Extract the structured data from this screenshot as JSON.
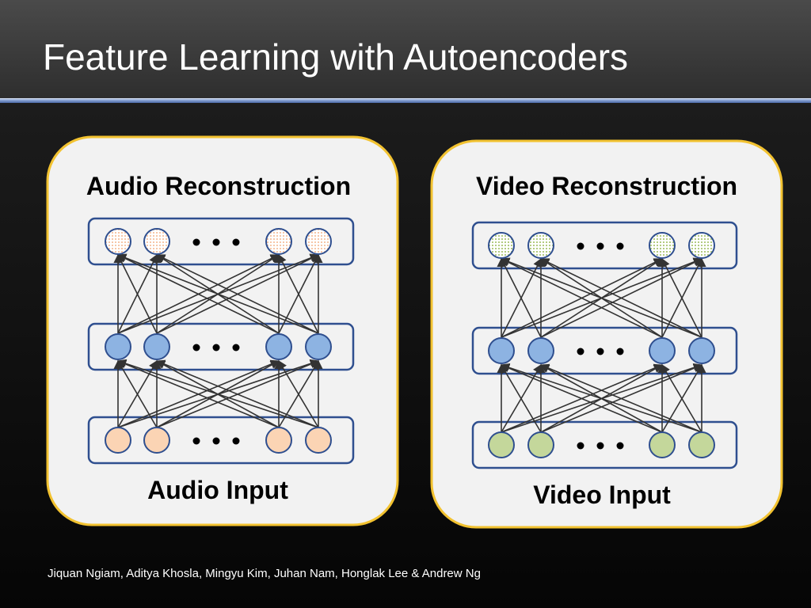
{
  "slide": {
    "title": "Feature Learning with Autoencoders",
    "credit": "Jiquan Ngiam, Aditya Khosla, Mingyu Kim, Juhan Nam, Honglak Lee & Andrew Ng"
  },
  "panels": [
    {
      "id": "audio",
      "top_label": "Audio Reconstruction",
      "bottom_label": "Audio Input",
      "ellipsis": "…",
      "colors": {
        "output": "#f6d5c1",
        "hidden": "#8db3e2",
        "input": "#fbd4b4"
      }
    },
    {
      "id": "video",
      "top_label": "Video Reconstruction",
      "bottom_label": "Video Input",
      "ellipsis": "…",
      "colors": {
        "output": "#dbe8c4",
        "hidden": "#8db3e2",
        "input": "#c4d79b"
      }
    }
  ],
  "style": {
    "panel_border": "#f2c230",
    "panel_fill": "#f2f2f2",
    "layer_border": "#2f4f8f",
    "node_border": "#2f4f8f",
    "arrow_color": "#333333"
  }
}
